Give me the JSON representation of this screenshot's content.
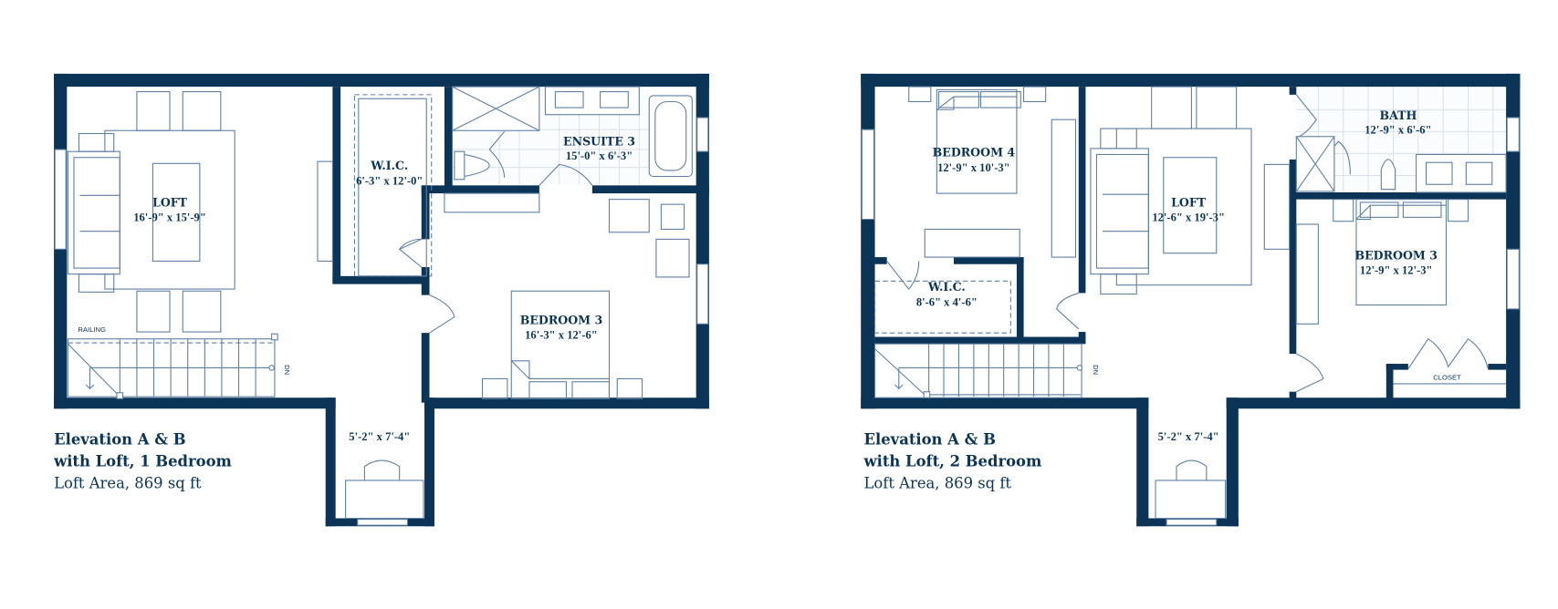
{
  "colors": {
    "wall": "#0b3456",
    "furniture": "#5f7fa3",
    "tile": "#d6dde6"
  },
  "plan_1bed": {
    "rooms": {
      "loft": {
        "name": "LOFT",
        "dims": "16'-9\" x 15'-9\""
      },
      "wic": {
        "name": "W.I.C.",
        "dims": "6'-3\" x 12'-0\""
      },
      "ensuite": {
        "name": "ENSUITE 3",
        "dims": "15'-0\" x 6'-3\""
      },
      "bedroom": {
        "name": "BEDROOM 3",
        "dims": "16'-3\" x 12'-6\""
      },
      "alcove": {
        "dims": "5'-2\" x 7'-4\""
      }
    },
    "railing_label": "RAILING",
    "stair_label": "DN",
    "caption": [
      "Elevation A & B",
      "with Loft, 1 Bedroom",
      "Loft Area, 869 sq ft"
    ]
  },
  "plan_2bed": {
    "rooms": {
      "bedroom4": {
        "name": "BEDROOM 4",
        "dims": "12'-9\" x 10'-3\""
      },
      "loft": {
        "name": "LOFT",
        "dims": "12'-6\" x 19'-3\""
      },
      "wic": {
        "name": "W.I.C.",
        "dims": "8'-6\" x 4'-6\""
      },
      "bath": {
        "name": "BATH",
        "dims": "12'-9\" x 6'-6\""
      },
      "bedroom3": {
        "name": "BEDROOM 3",
        "dims": "12'-9\" x 12'-3\""
      },
      "alcove": {
        "dims": "5'-2\" x 7'-4\""
      }
    },
    "closet_label": "CLOSET",
    "stair_label": "DN",
    "caption": [
      "Elevation A & B",
      "with Loft, 2 Bedroom",
      "Loft Area, 869 sq ft"
    ]
  }
}
